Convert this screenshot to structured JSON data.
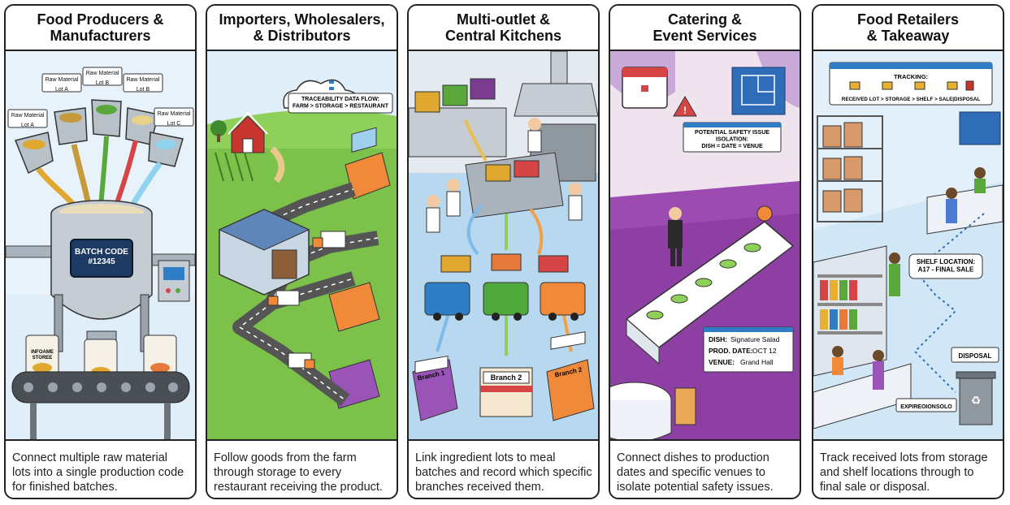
{
  "colors": {
    "border": "#222222",
    "sky": "#dfeef8",
    "grass": "#7cc14a",
    "floor": "#b7d8ee",
    "venue_floor": "#8e3fa3",
    "shop_floor": "#e3f0fa"
  },
  "panels": [
    {
      "title": "Food Producers &\nManufacturers",
      "description": "Connect multiple raw material\nlots into a single production code\nfor finished batches.",
      "labels": {
        "lot_a_1": "Raw Material\nLot A",
        "lot_a_2": "Raw Material\nLot A",
        "lot_b_1": "Raw Material\nLot B",
        "lot_b_2": "Raw Material\nLot B",
        "lot_c": "Raw Material\nLot C",
        "batch": "BATCH CODE\n#12345",
        "package": "INFOAME\nSTOREE"
      },
      "icons": [
        "mixing-tank-icon",
        "hopper-icon",
        "conveyor-belt-icon",
        "control-panel-icon",
        "package-icon"
      ]
    },
    {
      "title": "Importers, Wholesalers,\n& Distributors",
      "description": "Follow goods from the farm\nthrough storage to every\nrestaurant receiving the product.",
      "labels": {
        "flow": "TRACEABILITY DATA FLOW:\nFARM > STORAGE > RESTAURANT"
      },
      "icons": [
        "cloud-icon",
        "barn-icon",
        "warehouse-icon",
        "delivery-truck-icon",
        "restaurant-icon"
      ]
    },
    {
      "title": "Multi-outlet &\nCentral Kitchens",
      "description": "Link ingredient lots to meal\nbatches and record which specific\nbranches received them.",
      "labels": {
        "branch_1": "Branch 1",
        "branch_2": "Branch 2",
        "branch_3": "Branch 2"
      },
      "icons": [
        "chef-icon",
        "range-hood-icon",
        "meal-tray-icon",
        "delivery-van-icon",
        "branch-store-icon"
      ]
    },
    {
      "title": "Catering &\nEvent Services",
      "description": "Connect dishes to production\ndates and specific venues to\nisolate potential safety issues.",
      "labels": {
        "alert": "POTENTIAL SAFETY ISSUE\nISOLATION:\nDISH = DATE = VENUE",
        "dish_key": "DISH:",
        "dish_val": "Signature Salad",
        "date_key": "PROD. DATE:",
        "date_val": "OCT 12",
        "venue_key": "VENUE:",
        "venue_val": "Grand Hall"
      },
      "icons": [
        "calendar-icon",
        "floor-plan-icon",
        "warning-icon",
        "waiter-icon",
        "banquet-table-icon"
      ]
    },
    {
      "title": "Food Retailers\n& Takeaway",
      "description": "Track received lots from storage\nand shelf locations through to\nfinal sale or disposal.",
      "labels": {
        "tracking": "TRACKING:",
        "tracking_flow": "RECEIVED LOT > STORAGE > SHELF > SALE|DISPOSAL",
        "shelf": "SHELF LOCATION:\nA17 - FINAL SALE",
        "disposal": "DISPOSAL",
        "expire": "EXPIREOIONSOLO"
      },
      "icons": [
        "folder-icon",
        "storage-rack-icon",
        "grocery-shelf-icon",
        "cashier-icon",
        "recycle-bin-icon"
      ]
    }
  ]
}
